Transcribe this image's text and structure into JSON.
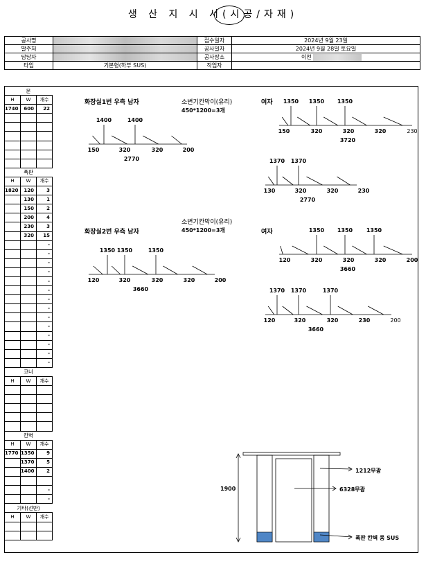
{
  "title": "생 산 지 시 서(시공/자재)",
  "info": {
    "project_name_label": "공사명",
    "orderer_label": "발주처",
    "manager_label": "담당자",
    "type_label": "타입",
    "type_value": "기본형(하부 SUS)",
    "receipt_date_label": "접수일자",
    "receipt_date_value": "2024년 9월 23일",
    "work_date_label": "공사일자",
    "work_date_value": "2024년 9월 28일 토요일",
    "site_label": "공사장소",
    "site_value": "이천",
    "worker_label": "작업자"
  },
  "side": {
    "door_header": "문",
    "col_h": "H",
    "col_w": "W",
    "col_count": "개수",
    "door_rows": [
      [
        "1740",
        "600",
        "22"
      ]
    ],
    "panel_header": "폭판",
    "panel_rows": [
      [
        "1820",
        "120",
        "3"
      ],
      [
        "",
        "130",
        "1"
      ],
      [
        "",
        "150",
        "2"
      ],
      [
        "",
        "200",
        "4"
      ],
      [
        "",
        "230",
        "3"
      ],
      [
        "",
        "320",
        "15"
      ]
    ],
    "dash": "-",
    "corner_header": "코너",
    "partition_header": "칸벽",
    "partition_rows": [
      [
        "1770",
        "1350",
        "9"
      ],
      [
        "",
        "1370",
        "5"
      ],
      [
        "",
        "1400",
        "2"
      ]
    ],
    "etc_header": "기타(선반)"
  },
  "drawings": {
    "room1_title": "화장실1번 우측 남자",
    "room2_title": "화장실2번 우측 남자",
    "urinal_label": "소변기칸막이(유리)",
    "urinal_spec": "450*1200=3개",
    "female_label": "여자",
    "m1": {
      "top": [
        "1400",
        "1400"
      ],
      "bottom": [
        "150",
        "320",
        "320",
        "200"
      ],
      "total": "2770"
    },
    "f1a": {
      "top": [
        "1350",
        "1350",
        "1350"
      ],
      "bottom": [
        "150",
        "320",
        "320",
        "320",
        "230"
      ],
      "total": "3720"
    },
    "f1b": {
      "top": [
        "1370",
        "1370"
      ],
      "bottom": [
        "130",
        "320",
        "320",
        "230"
      ],
      "total": "2770"
    },
    "m2": {
      "top": [
        "1350",
        "1350",
        "1350"
      ],
      "bottom": [
        "120",
        "320",
        "320",
        "320",
        "200"
      ],
      "total": "3660"
    },
    "f2a": {
      "top": [
        "1350",
        "1350",
        "1350"
      ],
      "bottom": [
        "120",
        "320",
        "320",
        "320",
        "200"
      ],
      "total": "3660"
    },
    "f2b": {
      "top": [
        "1370",
        "1370",
        "1370"
      ],
      "bottom": [
        "120",
        "320",
        "320",
        "230",
        "200"
      ],
      "total": "3660"
    }
  },
  "elevation": {
    "height": "1900",
    "label_1": "1212무광",
    "label_2": "6328무광",
    "label_3": "폭판 칸벽 옹 SUS",
    "sus_color": "#4f86c6"
  }
}
